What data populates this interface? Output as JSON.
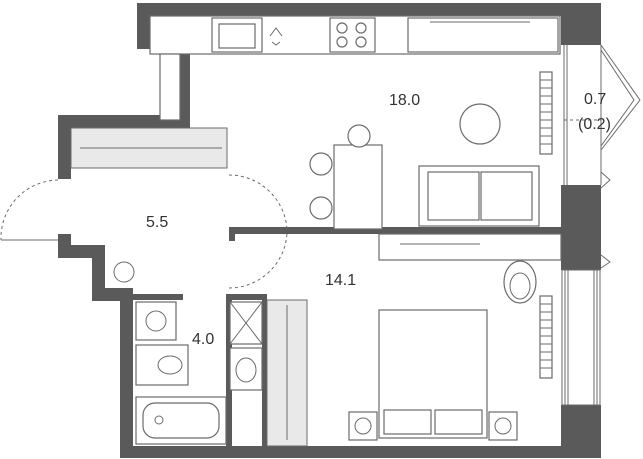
{
  "plan": {
    "rooms": [
      {
        "id": "living-kitchen",
        "area": "18.0"
      },
      {
        "id": "balcony",
        "area": "0.7",
        "note": "(0.2)"
      },
      {
        "id": "hall",
        "area": "5.5"
      },
      {
        "id": "bedroom",
        "area": "14.1"
      },
      {
        "id": "bathroom",
        "area": "4.0"
      }
    ]
  }
}
